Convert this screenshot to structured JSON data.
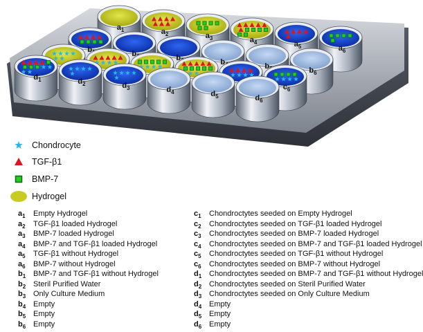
{
  "legend": [
    {
      "icon": "star-icon",
      "label": "Chondrocyte",
      "color": "#29b6e8"
    },
    {
      "icon": "triangle-icon",
      "label": "TGF-β1",
      "color": "#e0141c"
    },
    {
      "icon": "square-icon",
      "label": "BMP-7",
      "color": "#22cc22"
    },
    {
      "icon": "ellipse-icon",
      "label": "Hydrogel",
      "color": "#c8cc22"
    }
  ],
  "key_left": [
    {
      "letter": "a",
      "sub": "1",
      "text": "Empty Hydrogel"
    },
    {
      "letter": "a",
      "sub": "2",
      "text": "TGF-β1 loaded Hydrogel"
    },
    {
      "letter": "a",
      "sub": "3",
      "text": "BMP-7 loaded Hydrogel"
    },
    {
      "letter": "a",
      "sub": "4",
      "text": "BMP-7 and TGF-β1 loaded Hydrogel"
    },
    {
      "letter": "a",
      "sub": "5",
      "text": "TGF-β1 without Hydrogel"
    },
    {
      "letter": "a",
      "sub": "6",
      "text": "BMP-7 without Hydrogel"
    },
    {
      "letter": "b",
      "sub": "1",
      "text": "BMP-7 and TGF-β1 without Hydrogel"
    },
    {
      "letter": "b",
      "sub": "2",
      "text": "Steril Purified Water"
    },
    {
      "letter": "b",
      "sub": "3",
      "text": "Only Culture Medium"
    },
    {
      "letter": "b",
      "sub": "4",
      "text": "Empty"
    },
    {
      "letter": "b",
      "sub": "5",
      "text": "Empty"
    },
    {
      "letter": "b",
      "sub": "6",
      "text": "Empty"
    }
  ],
  "key_right": [
    {
      "letter": "c",
      "sub": "1",
      "text": "Chondroctytes seeded on Empty Hydrogel"
    },
    {
      "letter": "c",
      "sub": "2",
      "text": "Chondroctytes seeded on TGF-β1 loaded Hydrogel"
    },
    {
      "letter": "c",
      "sub": "3",
      "text": "Chondroctytes seeded on BMP-7 loaded Hydrogel"
    },
    {
      "letter": "c",
      "sub": "4",
      "text": "Chondroctytes seeded on BMP-7 and TGF-β1 loaded Hydrogel"
    },
    {
      "letter": "c",
      "sub": "5",
      "text": "Chondroctytes seeded on TGF-β1 without Hydrogel"
    },
    {
      "letter": "c",
      "sub": "6",
      "text": "Chondroctytes seeded on BMP-7 without Hydrogel"
    },
    {
      "letter": "d",
      "sub": "1",
      "text": "Chondroctytes seeded on BMP-7 and TGF-β1 without Hydrogel"
    },
    {
      "letter": "d",
      "sub": "2",
      "text": "Chondroctytes seeded on Steril Purified Water"
    },
    {
      "letter": "d",
      "sub": "3",
      "text": "Chondroctytes seeded on Only Culture Medium"
    },
    {
      "letter": "d",
      "sub": "4",
      "text": "Empty"
    },
    {
      "letter": "d",
      "sub": "5",
      "text": "Empty"
    },
    {
      "letter": "d",
      "sub": "6",
      "text": "Empty"
    }
  ],
  "wells": [
    {
      "id": "a1",
      "letter": "a",
      "sub": "1",
      "fill": "gel",
      "tri": 0,
      "sq": 0,
      "star": 0
    },
    {
      "id": "a2",
      "letter": "a",
      "sub": "2",
      "fill": "gel",
      "tri": 7,
      "sq": 0,
      "star": 0
    },
    {
      "id": "a3",
      "letter": "a",
      "sub": "3",
      "fill": "gel",
      "tri": 0,
      "sq": 6,
      "star": 0
    },
    {
      "id": "a4",
      "letter": "a",
      "sub": "4",
      "fill": "gel",
      "tri": 6,
      "sq": 6,
      "star": 0
    },
    {
      "id": "a5",
      "letter": "a",
      "sub": "5",
      "fill": "medium",
      "tri": 5,
      "sq": 0,
      "star": 0
    },
    {
      "id": "a6",
      "letter": "a",
      "sub": "6",
      "fill": "medium",
      "tri": 0,
      "sq": 5,
      "star": 0
    },
    {
      "id": "b1",
      "letter": "b",
      "sub": "1",
      "fill": "medium",
      "tri": 4,
      "sq": 4,
      "star": 0
    },
    {
      "id": "b2",
      "letter": "b",
      "sub": "2",
      "fill": "medium",
      "tri": 0,
      "sq": 0,
      "star": 0
    },
    {
      "id": "b3",
      "letter": "b",
      "sub": "3",
      "fill": "medium",
      "tri": 0,
      "sq": 0,
      "star": 0
    },
    {
      "id": "b4",
      "letter": "b",
      "sub": "4",
      "fill": "empty",
      "tri": 0,
      "sq": 0,
      "star": 0
    },
    {
      "id": "b5",
      "letter": "b",
      "sub": "5",
      "fill": "empty",
      "tri": 0,
      "sq": 0,
      "star": 0
    },
    {
      "id": "b6",
      "letter": "b",
      "sub": "6",
      "fill": "empty",
      "tri": 0,
      "sq": 0,
      "star": 0
    },
    {
      "id": "c1",
      "letter": "c",
      "sub": "1",
      "fill": "gel",
      "tri": 0,
      "sq": 0,
      "star": 6
    },
    {
      "id": "c2",
      "letter": "c",
      "sub": "2",
      "fill": "gel",
      "tri": 5,
      "sq": 0,
      "star": 4
    },
    {
      "id": "c3",
      "letter": "c",
      "sub": "3",
      "fill": "gel",
      "tri": 0,
      "sq": 5,
      "star": 4
    },
    {
      "id": "c4",
      "letter": "c",
      "sub": "4",
      "fill": "gel",
      "tri": 5,
      "sq": 5,
      "star": 3
    },
    {
      "id": "c5",
      "letter": "c",
      "sub": "5",
      "fill": "medium",
      "tri": 4,
      "sq": 0,
      "star": 4
    },
    {
      "id": "c6",
      "letter": "c",
      "sub": "6",
      "fill": "medium",
      "tri": 0,
      "sq": 4,
      "star": 4
    },
    {
      "id": "d1",
      "letter": "d",
      "sub": "1",
      "fill": "medium",
      "tri": 4,
      "sq": 4,
      "star": 4
    },
    {
      "id": "d2",
      "letter": "d",
      "sub": "2",
      "fill": "medium",
      "tri": 0,
      "sq": 0,
      "star": 5
    },
    {
      "id": "d3",
      "letter": "d",
      "sub": "3",
      "fill": "medium",
      "tri": 0,
      "sq": 0,
      "star": 5
    },
    {
      "id": "d4",
      "letter": "d",
      "sub": "4",
      "fill": "empty",
      "tri": 0,
      "sq": 0,
      "star": 0
    },
    {
      "id": "d5",
      "letter": "d",
      "sub": "5",
      "fill": "empty",
      "tri": 0,
      "sq": 0,
      "star": 0
    },
    {
      "id": "d6",
      "letter": "d",
      "sub": "6",
      "fill": "empty",
      "tri": 0,
      "sq": 0,
      "star": 0
    }
  ],
  "colors": {
    "hydrogel": "#c8cc22",
    "medium": "#1547d6",
    "empty": "#8fb4e6",
    "plate": "#6e7480",
    "tgf": "#e0141c",
    "bmp": "#22cc22",
    "chondrocyte": "#29b6e8"
  }
}
